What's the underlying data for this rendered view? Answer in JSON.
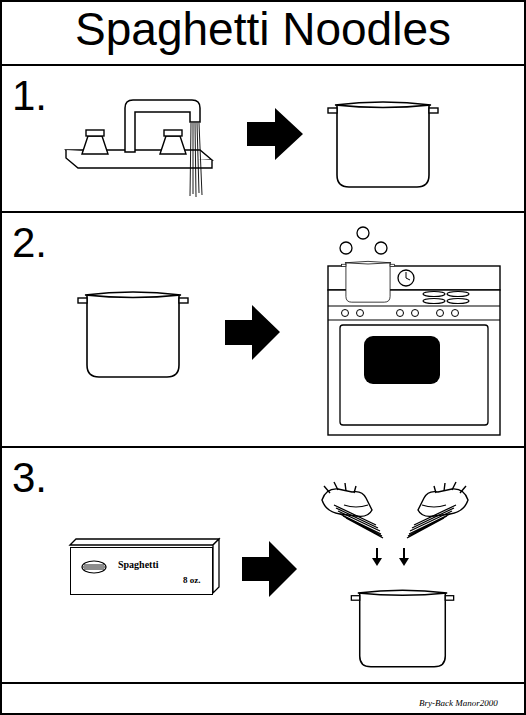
{
  "diagram": {
    "title": "Spaghetti Noodles",
    "nodes": [
      {
        "text": [
          "1."
        ]
      },
      {
        "text": [
          "2."
        ]
      },
      {
        "text": [
          "3."
        ]
      },
      {
        "text": [
          "Spaghetti",
          "8 oz."
        ],
        "in": 2
      }
    ],
    "labels": [
      "Bry-Back Manor2000"
    ]
  }
}
